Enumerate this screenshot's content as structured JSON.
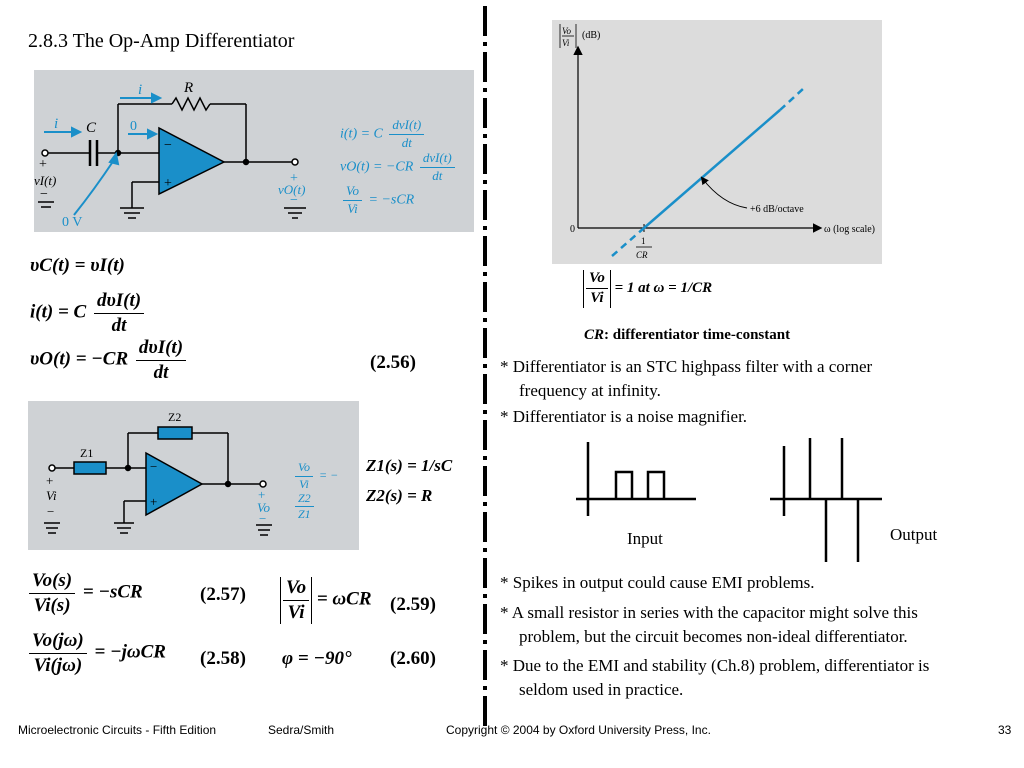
{
  "slide": {
    "title": "2.8.3 The Op-Amp Differentiator",
    "page_number": "33"
  },
  "circuit1": {
    "label_i_in": "i",
    "label_i_top": "i",
    "label_R": "R",
    "label_C": "C",
    "label_zero": "0",
    "label_plus_in": "+",
    "label_vI": "vI(t)",
    "label_minus_in": "−",
    "label_0V": "0 V",
    "label_opamp_minus": "−",
    "label_opamp_plus": "+",
    "label_plus_out": "+",
    "label_vO": "vO(t)",
    "label_minus_out": "−",
    "eq1_lhs": "i(t) = C",
    "eq1_num": "dvI(t)",
    "eq1_den": "dt",
    "eq2_lhs": "vO(t) = −CR",
    "eq2_num": "dvI(t)",
    "eq2_den": "dt",
    "eq3_num": "Vo",
    "eq3_den": "Vi",
    "eq3_rhs": "= −sCR",
    "colors": {
      "accent": "#1a8fc9",
      "panel": "#cfd2d5"
    }
  },
  "equations": {
    "vc": "υC(t) = υI(t)",
    "i_lhs": "i(t) = C",
    "i_num": "dυI(t)",
    "i_den": "dt",
    "vo_lhs": "υO(t) = −CR",
    "vo_num": "dυI(t)",
    "vo_den": "dt",
    "vo_number": "(2.56)"
  },
  "circuit2": {
    "label_Z2": "Z2",
    "label_Z1": "Z1",
    "label_plus_in": "+",
    "label_Vi": "Vi",
    "label_minus_in": "−",
    "label_opamp_minus": "−",
    "label_opamp_plus": "+",
    "label_plus_out": "+",
    "label_Vo": "Vo",
    "label_minus_out": "−",
    "tf_num": "Vo",
    "tf_den": "Vi",
    "tf_rhs": "= −",
    "tf_num2": "Z2",
    "tf_den2": "Z1",
    "z1": "Z1(s) = 1/sC",
    "z2": "Z2(s) = R"
  },
  "bottom_equations": {
    "e57_num": "Vo(s)",
    "e57_den": "Vi(s)",
    "e57_rhs": "= −sCR",
    "e57_number": "(2.57)",
    "e58_num": "Vo(jω)",
    "e58_den": "Vi(jω)",
    "e58_rhs": "= −jωCR",
    "e58_number": "(2.58)",
    "e59_num": "Vo",
    "e59_den": "Vi",
    "e59_rhs": "= ωCR",
    "e59_number": "(2.59)",
    "e60": "φ = −90°",
    "e60_number": "(2.60)"
  },
  "bode": {
    "y_label_num": "Vo",
    "y_label_den": "Vi",
    "y_label_unit": "(dB)",
    "origin_label": "0",
    "slope_label": "+6 dB/octave",
    "x_label": "ω (log scale)",
    "corner_num": "1",
    "corner_den": "CR",
    "line_color": "#1a8fc9"
  },
  "unity_gain": {
    "num": "Vo",
    "den": "Vi",
    "rhs": "= 1  at ω = 1/CR"
  },
  "time_constant": {
    "sym": "CR",
    "text": ": differentiator time-constant"
  },
  "bullets": [
    {
      "first": "* Differentiator is an STC highpass filter with a corner",
      "cont": "frequency at infinity."
    },
    {
      "first": "* Differentiator is a noise magnifier.",
      "cont": ""
    },
    {
      "first": "* Spikes in output could cause EMI problems.",
      "cont": ""
    },
    {
      "first": "* A small resistor in series with the capacitor might solve this",
      "cont": "problem, but the circuit becomes non-ideal differentiator."
    },
    {
      "first": "* Due to the EMI and stability (Ch.8) problem, differentiator is",
      "cont": "seldom used in practice."
    }
  ],
  "waveforms": {
    "input_label": "Input",
    "output_label": "Output"
  },
  "footer": {
    "book": "Microelectronic Circuits - Fifth Edition",
    "authors": "Sedra/Smith",
    "copyright": "Copyright © 2004 by Oxford University Press, Inc."
  }
}
